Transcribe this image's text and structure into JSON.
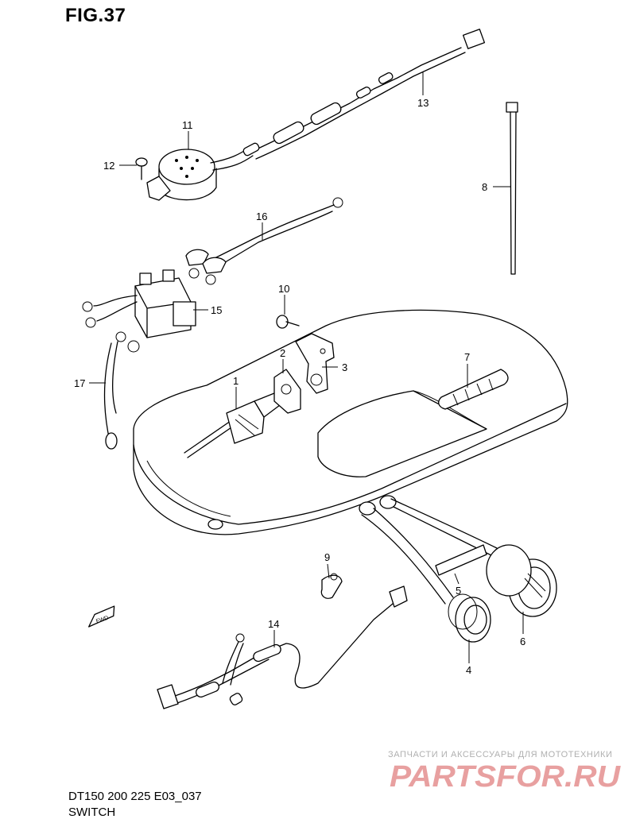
{
  "figure": {
    "title": "FIG.37"
  },
  "parts": [
    {
      "ref": "1"
    },
    {
      "ref": "2"
    },
    {
      "ref": "3"
    },
    {
      "ref": "4"
    },
    {
      "ref": "5"
    },
    {
      "ref": "6"
    },
    {
      "ref": "7"
    },
    {
      "ref": "8"
    },
    {
      "ref": "9"
    },
    {
      "ref": "10"
    },
    {
      "ref": "11"
    },
    {
      "ref": "12"
    },
    {
      "ref": "13"
    },
    {
      "ref": "14"
    },
    {
      "ref": "15"
    },
    {
      "ref": "16"
    },
    {
      "ref": "17"
    }
  ],
  "fwd_arrow": {
    "label": "FWD"
  },
  "footer": {
    "code": "DT150 200 225 E03_037",
    "name": "SWITCH"
  },
  "watermark": {
    "tagline": "ЗАПЧАСТИ И АКСЕССУАРЫ ДЛЯ МОТОТЕХНИКИ",
    "logo": "PARTSFOR.RU",
    "color": "#e8a0a0"
  }
}
